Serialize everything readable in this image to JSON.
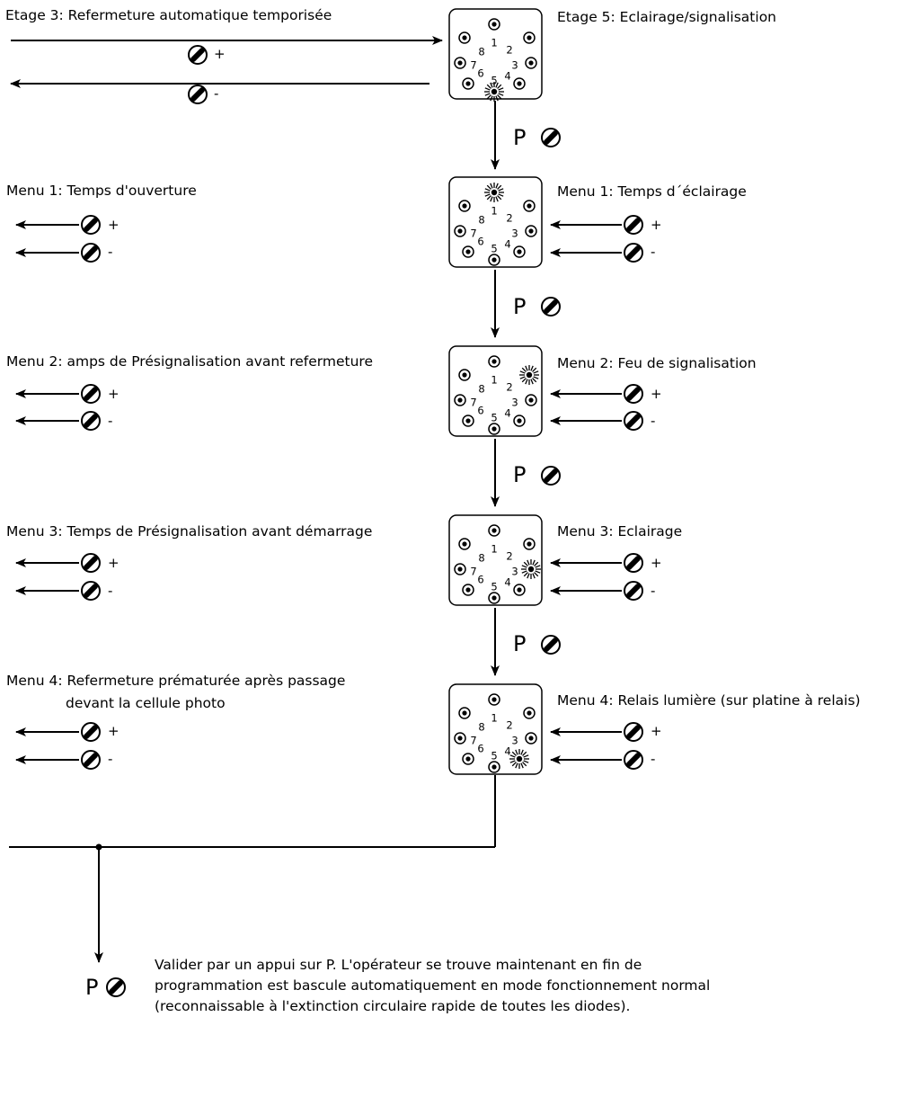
{
  "stage3": {
    "title": "Etage 3: Refermeture automatique temporisée",
    "plus": "+",
    "minus": "-"
  },
  "stage5": {
    "title": "Etage 5: Eclairage/signalisation"
  },
  "p_key_label": "P",
  "digit_labels": [
    "1",
    "2",
    "3",
    "4",
    "5",
    "6",
    "7",
    "8"
  ],
  "left_menus": [
    {
      "title": "Menu 1: Temps d'ouverture",
      "plus": "+",
      "minus": "-"
    },
    {
      "title": "Menu 2: amps de Présignalisation avant refermeture",
      "plus": "+",
      "minus": "-"
    },
    {
      "title": "Menu 3: Temps de Présignalisation avant démarrage",
      "plus": "+",
      "minus": "-"
    },
    {
      "title_line1": "Menu 4: Refermeture prématurée après passage",
      "title_line2": "devant la cellule photo",
      "plus": "+",
      "minus": "-"
    }
  ],
  "right_menus": [
    {
      "title": "Menu 1: Temps d´éclairage",
      "plus": "+",
      "minus": "-",
      "lit_led": "1"
    },
    {
      "title": "Menu 2: Feu de signalisation",
      "plus": "+",
      "minus": "-",
      "lit_led": "2"
    },
    {
      "title": "Menu 3: Eclairage",
      "plus": "+",
      "minus": "-",
      "lit_led": "3"
    },
    {
      "title": "Menu 4: Relais lumière (sur platine à relais)",
      "plus": "+",
      "minus": "-",
      "lit_led": "4"
    }
  ],
  "stage_panel_lit_led": "5",
  "final_note": {
    "line1": "Valider par un appui sur P. L'opérateur se trouve maintenant en fin de",
    "line2": "programmation est bascule automatiquement en mode fonctionnement normal",
    "line3": "(reconnaissable à l'extinction circulaire rapide de toutes les diodes)."
  }
}
